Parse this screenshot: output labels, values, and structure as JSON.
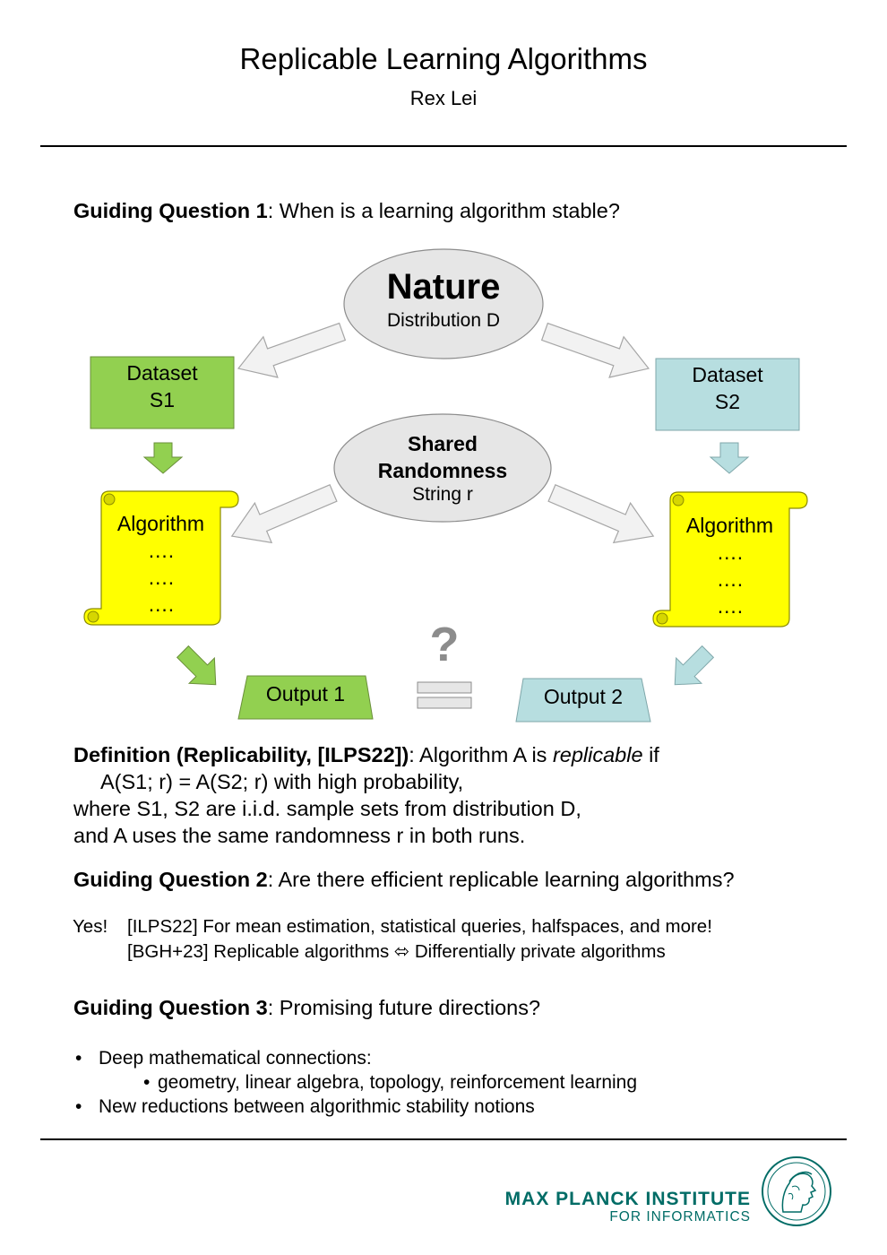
{
  "header": {
    "title": "Replicable Learning Algorithms",
    "author": "Rex Lei"
  },
  "q1": {
    "label": "Guiding Question 1",
    "text": ": When is a learning algorithm stable?"
  },
  "diagram": {
    "nature": {
      "title": "Nature",
      "subtitle": "Distribution D"
    },
    "shared": {
      "line1": "Shared",
      "line2": "Randomness",
      "subtitle": "String r"
    },
    "dataset1": {
      "line1": "Dataset",
      "line2": "S1"
    },
    "dataset2": {
      "line1": "Dataset",
      "line2": "S2"
    },
    "algorithm1": {
      "title": "Algorithm",
      "dots": [
        "….",
        "….",
        "…."
      ]
    },
    "algorithm2": {
      "title": "Algorithm",
      "dots": [
        "….",
        "….",
        "…."
      ]
    },
    "output1": "Output 1",
    "output2": "Output 2",
    "question_mark": "?",
    "colors": {
      "green": "#92d050",
      "blue": "#b7dee0",
      "yellow": "#ffff00",
      "gray_fill": "#e6e6e6",
      "gray_stroke": "#8c8c8c",
      "arrow_gray": "#f2f2f2"
    }
  },
  "definition": {
    "label": "Definition (Replicability, [ILPS22])",
    "text_a": ": Algorithm A is ",
    "emph": "replicable",
    "text_b": " if",
    "line2": "A(S1; r) = A(S2; r) with high probability,",
    "line3": "where S1, S2 are i.i.d. sample sets from distribution D,",
    "line4": "and A uses the same randomness r in both runs."
  },
  "q2": {
    "label": "Guiding Question 2",
    "text": ": Are there efficient replicable learning algorithms?",
    "yes": "Yes!",
    "line1": "[ILPS22] For mean estimation, statistical queries, halfspaces, and more!",
    "line2_a": "[BGH+23] Replicable algorithms ",
    "line2_arrow": "⬄",
    "line2_b": " Differentially private algorithms"
  },
  "q3": {
    "label": "Guiding Question 3",
    "text": ": Promising future directions?",
    "bullets": [
      "Deep mathematical connections:",
      "geometry, linear algebra, topology, reinforcement learning",
      "New reductions between algorithmic stability notions"
    ],
    "bullet_symbol": "•"
  },
  "footer": {
    "line1": "MAX PLANCK INSTITUTE",
    "line2": "FOR INFORMATICS",
    "color": "#006c66"
  }
}
